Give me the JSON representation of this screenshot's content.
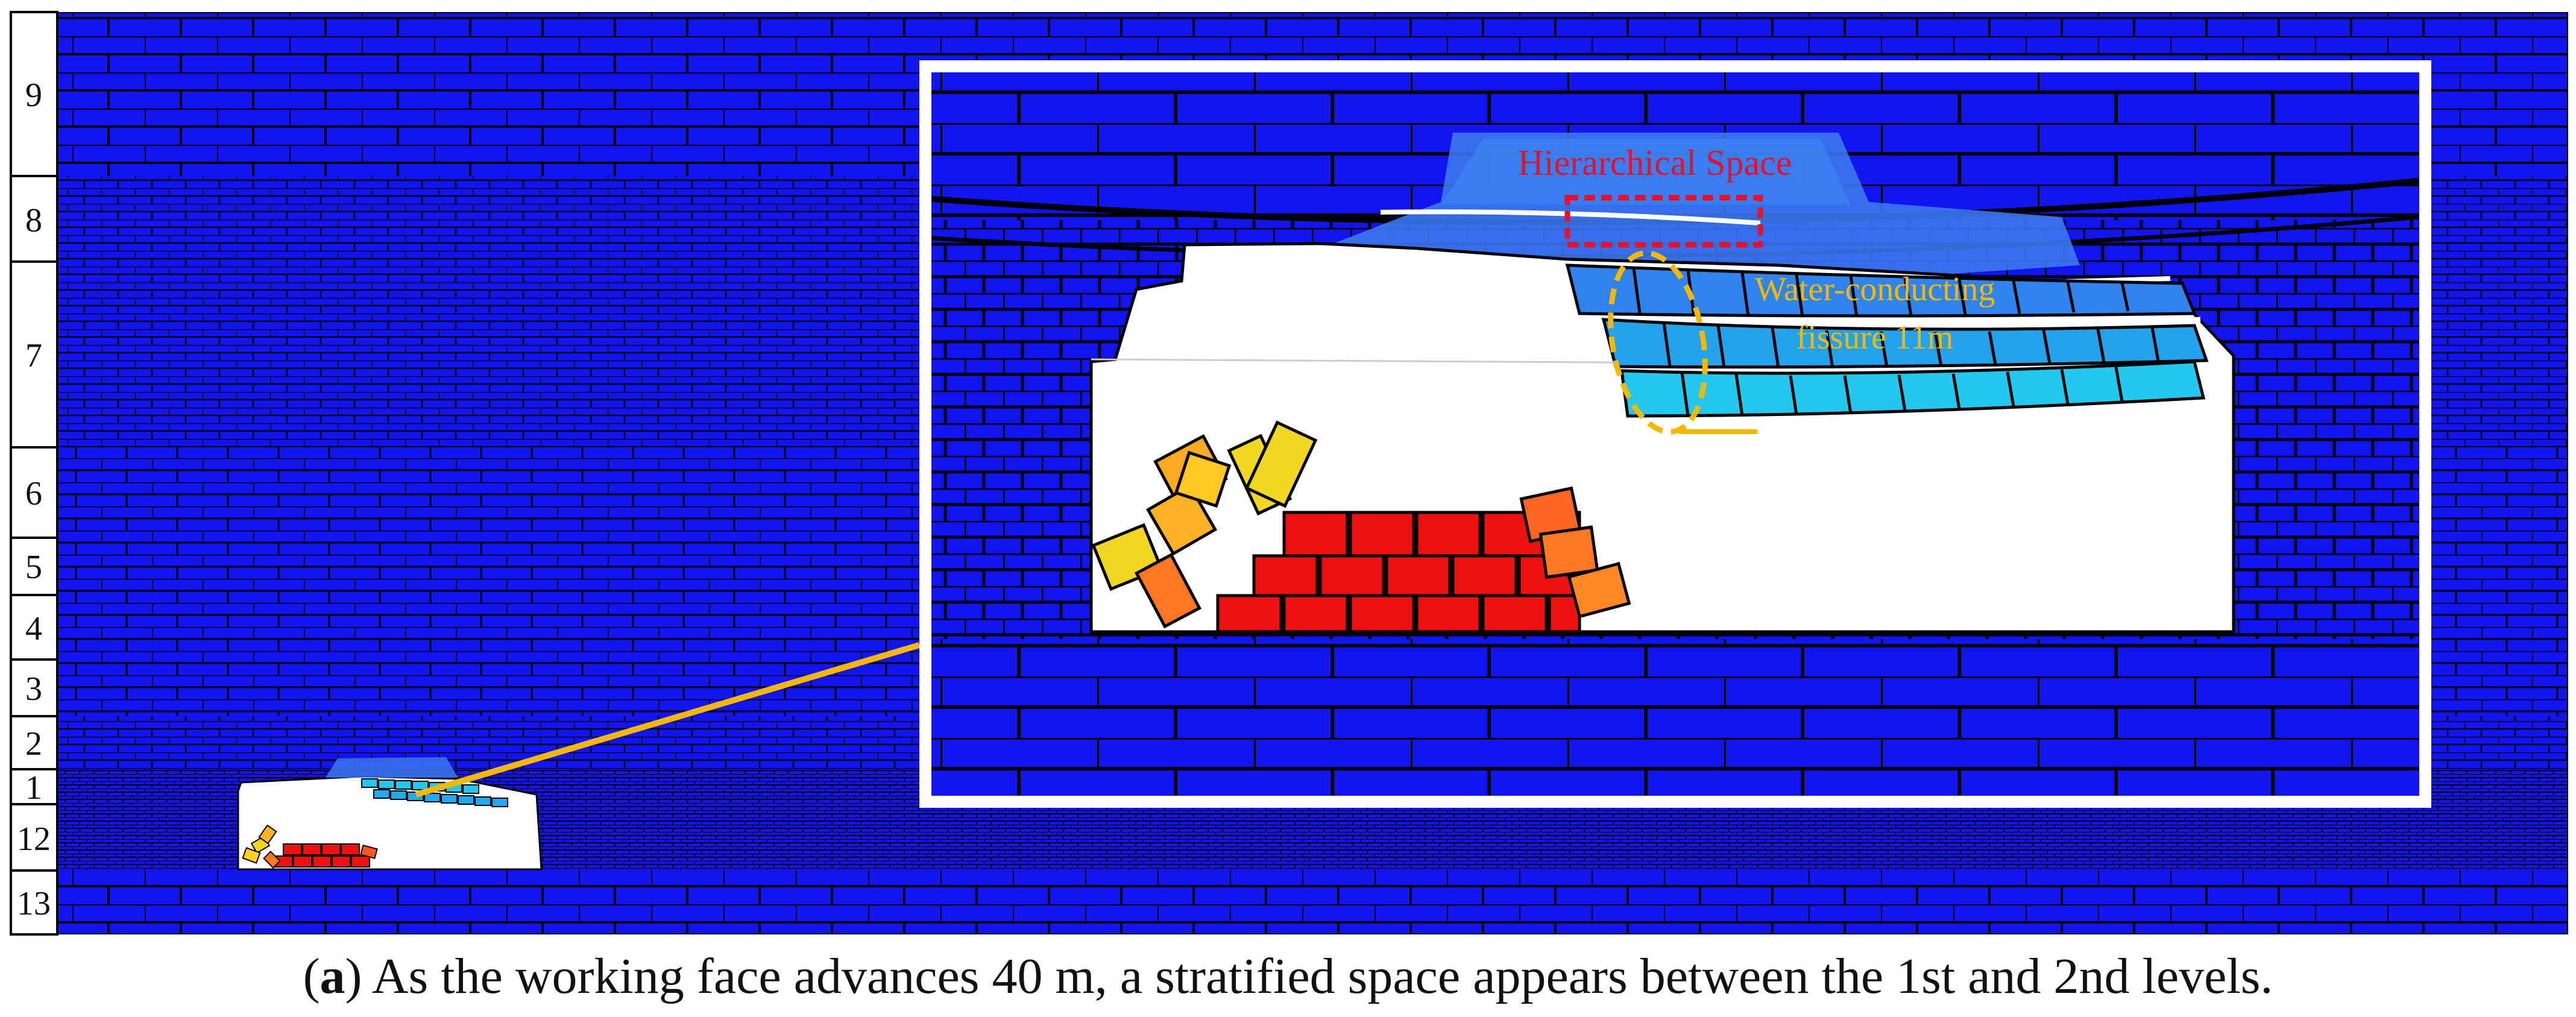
{
  "layer_labels": [
    "9",
    "8",
    "7",
    "6",
    "5",
    "4",
    "3",
    "2",
    "1",
    "12",
    "13"
  ],
  "annotations": {
    "hierarchical_space": "Hierarchical Space",
    "fissure_line1": "Water-conducting",
    "fissure_line2": "fissure 11m"
  },
  "caption": {
    "letter": "a",
    "text": " As the working face advances 40 m, a stratified space appears between the 1st and 2nd levels."
  },
  "colors": {
    "rock": "#1414ee",
    "mortar": "#000000",
    "void": "#ffffff",
    "caved_red": "#ee1111",
    "caved_orange": "#ff8822",
    "caved_yellow": "#f2d622",
    "fractured_light": "#22c8ee",
    "fractured_mid": "#3a78ee",
    "annotation_red": "#e8102a",
    "annotation_yellow": "#f5b800"
  },
  "icons": [
    "zoom-connector-line",
    "hierarchical-space-box",
    "fissure-ellipse"
  ]
}
